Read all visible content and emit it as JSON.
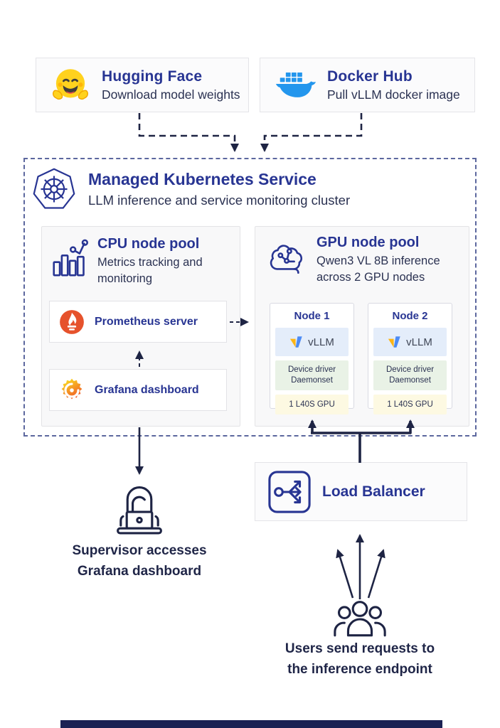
{
  "colors": {
    "heading_blue": "#283593",
    "body_navy": "#2b3252",
    "arrow_navy": "#1e2444",
    "docker_blue": "#2396ED",
    "prometheus_orange": "#E6522C",
    "huggingface_yellow": "#FFD21E",
    "vllm_row_bg": "#e4edfa",
    "daemonset_row_bg": "#e9f2e6",
    "gpu_row_bg": "#fdf9e2",
    "cluster_border": "#5c679e",
    "footer_bar": "#1b2153"
  },
  "sources": {
    "huggingface": {
      "title": "Hugging Face",
      "subtitle": "Download model weights"
    },
    "dockerhub": {
      "title": "Docker Hub",
      "subtitle": "Pull vLLM docker image"
    }
  },
  "cluster": {
    "title": "Managed Kubernetes Service",
    "subtitle": "LLM inference and service monitoring cluster",
    "cpu_pool": {
      "title": "CPU node pool",
      "subtitle": "Metrics tracking and monitoring",
      "components": [
        {
          "label": "Prometheus server"
        },
        {
          "label": "Grafana dashboard"
        }
      ]
    },
    "gpu_pool": {
      "title": "GPU node pool",
      "subtitle": "Qwen3 VL 8B inference across 2 GPU nodes",
      "nodes": [
        {
          "title": "Node 1",
          "engine": "vLLM",
          "daemonset": "Device driver Daemonset",
          "gpu": "1 L40S GPU"
        },
        {
          "title": "Node 2",
          "engine": "vLLM",
          "daemonset": "Device driver Daemonset",
          "gpu": "1 L40S GPU"
        }
      ]
    }
  },
  "load_balancer": {
    "title": "Load Balancer"
  },
  "captions": {
    "supervisor": "Supervisor accesses Grafana dashboard",
    "users": "Users send requests to the inference endpoint"
  },
  "icons": {
    "huggingface": "hugging-face-emoji",
    "docker": "docker-whale",
    "kubernetes": "kubernetes-wheel",
    "cpu_pool": "metrics-bar-chart",
    "gpu_pool": "ai-brain-circuit",
    "prometheus": "prometheus-torch",
    "grafana": "grafana-swirl",
    "vllm": "vllm-logo",
    "load_balancer": "load-balancer-split-arrows",
    "supervisor": "person-at-laptop",
    "users": "user-group"
  }
}
